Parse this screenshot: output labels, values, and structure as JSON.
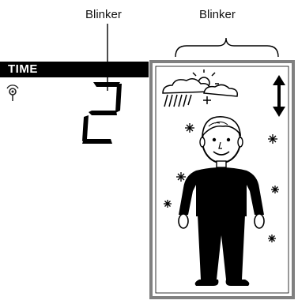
{
  "callouts": {
    "left": "Blinker",
    "right": "Blinker"
  },
  "time_panel": {
    "label": "TIME",
    "digit": "2"
  },
  "icons": {
    "signal": "radio-signal-icon",
    "weather": "cloud-sun-rain-snow-icon",
    "trend": "up-down-arrow-icon",
    "figure": "person-icon",
    "snowflakes": "snowflake-icon"
  },
  "colors": {
    "ink": "#000000",
    "frame": "#808080",
    "background": "#ffffff"
  }
}
